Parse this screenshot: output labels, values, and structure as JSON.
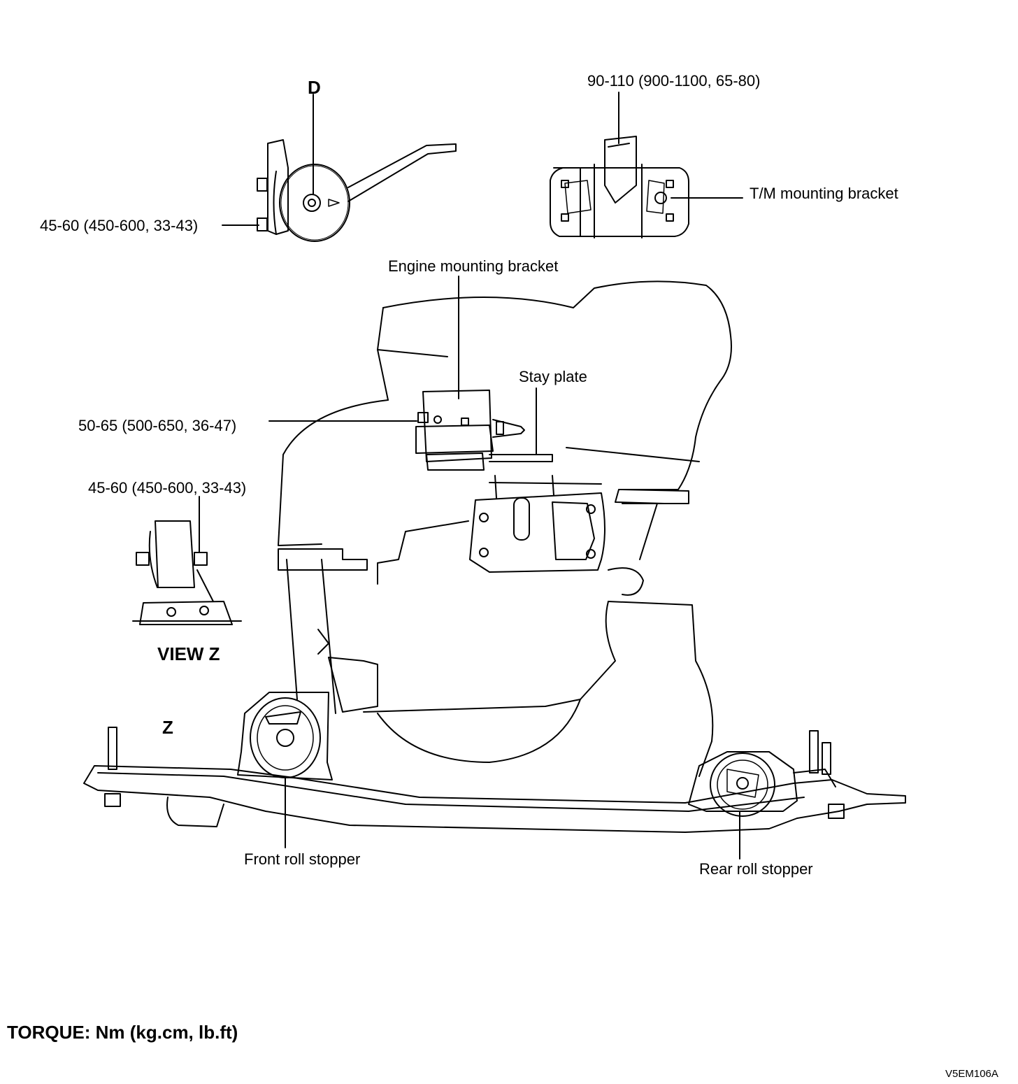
{
  "labels": {
    "view_d": "D",
    "torque_d_left": "45-60 (450-600, 33-43)",
    "torque_top_right": "90-110 (900-1100, 65-80)",
    "tm_bracket": "T/M mounting bracket",
    "engine_bracket": "Engine mounting bracket",
    "stay_plate": "Stay plate",
    "torque_engine_mount": "50-65 (500-650, 36-47)",
    "torque_view_z": "45-60 (450-600, 33-43)",
    "view_z": "VIEW Z",
    "z_marker": "Z",
    "front_roll_stopper": "Front roll stopper",
    "rear_roll_stopper": "Rear roll stopper",
    "torque_units": "TORQUE: Nm (kg.cm, lb.ft)",
    "figure_code": "V5EM106A"
  }
}
